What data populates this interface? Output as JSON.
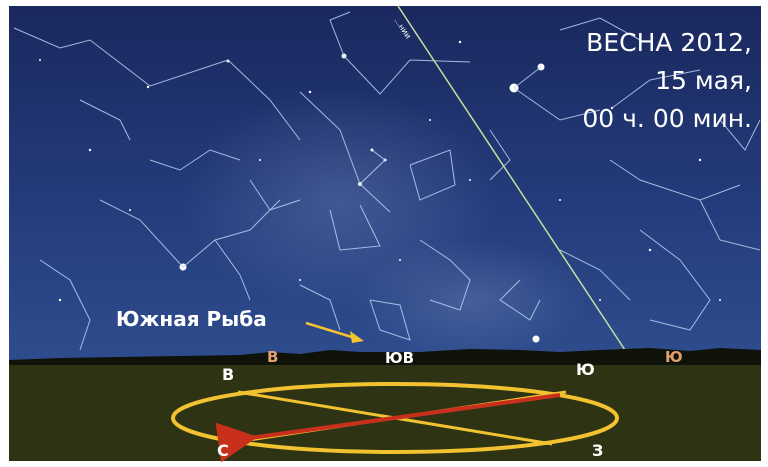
{
  "header": {
    "season_line": "ВЕСНА 2012,",
    "day_line": "15 мая,",
    "time_line": "00 ч. 00 мин."
  },
  "sky": {
    "constellation_label": "Южная Рыба",
    "ecliptic_tag": "...нии"
  },
  "horizon_labels": {
    "east": "В",
    "southeast": "ЮВ",
    "south": "Ю"
  },
  "ground_compass": {
    "east": "В",
    "south": "Ю",
    "north": "С",
    "west": "З"
  },
  "colors": {
    "sky_top": "#1d2c66",
    "sky_bottom": "#2e4a8a",
    "ground": "#2e3314",
    "ellipse": "#f2c230",
    "arrow": "#c8301c",
    "horizon_label_orange": "#e0a070",
    "constellation_label_white": "#ffffff"
  }
}
